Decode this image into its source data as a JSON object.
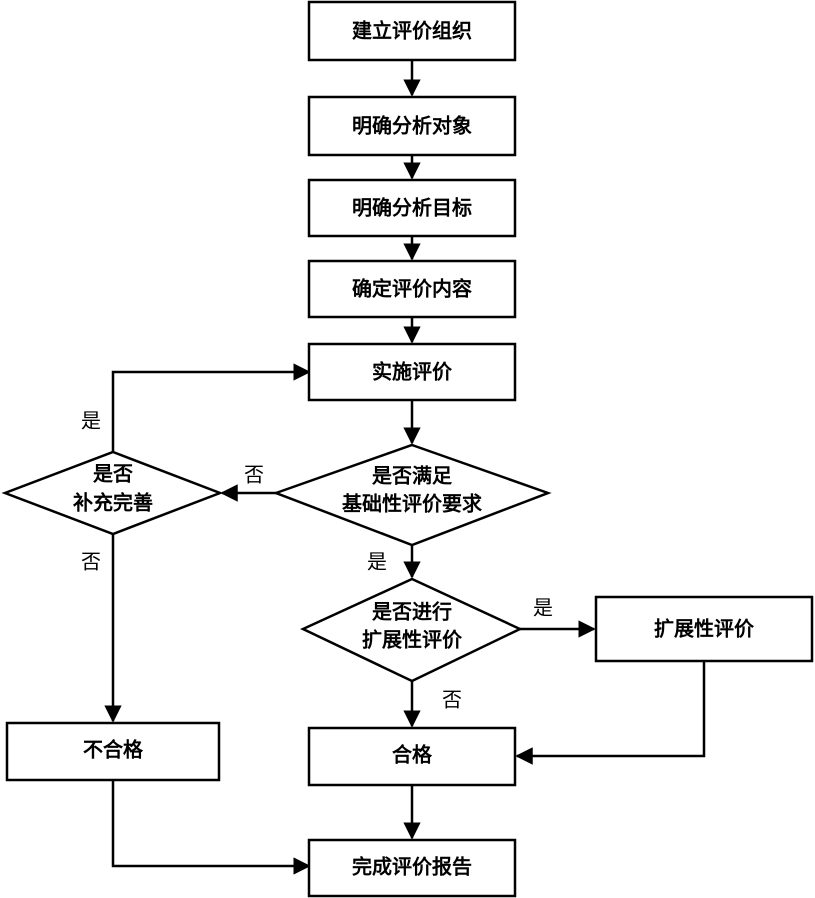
{
  "nodes": {
    "establish": "建立评价组织",
    "object": "明确分析对象",
    "goal": "明确分析目标",
    "content": "确定评价内容",
    "implement": "实施评价",
    "meet_line1": "是否满足",
    "meet_line2": "基础性评价要求",
    "supplement_line1": "是否",
    "supplement_line2": "补充完善",
    "extend_q_line1": "是否进行",
    "extend_q_line2": "扩展性评价",
    "extended_eval": "扩展性评价",
    "fail": "不合格",
    "pass": "合格",
    "report": "完成评价报告"
  },
  "edge_labels": {
    "supplement_yes": "是",
    "meet_no": "否",
    "supplement_no": "否",
    "meet_yes": "是",
    "extend_yes": "是",
    "extend_no": "否"
  }
}
